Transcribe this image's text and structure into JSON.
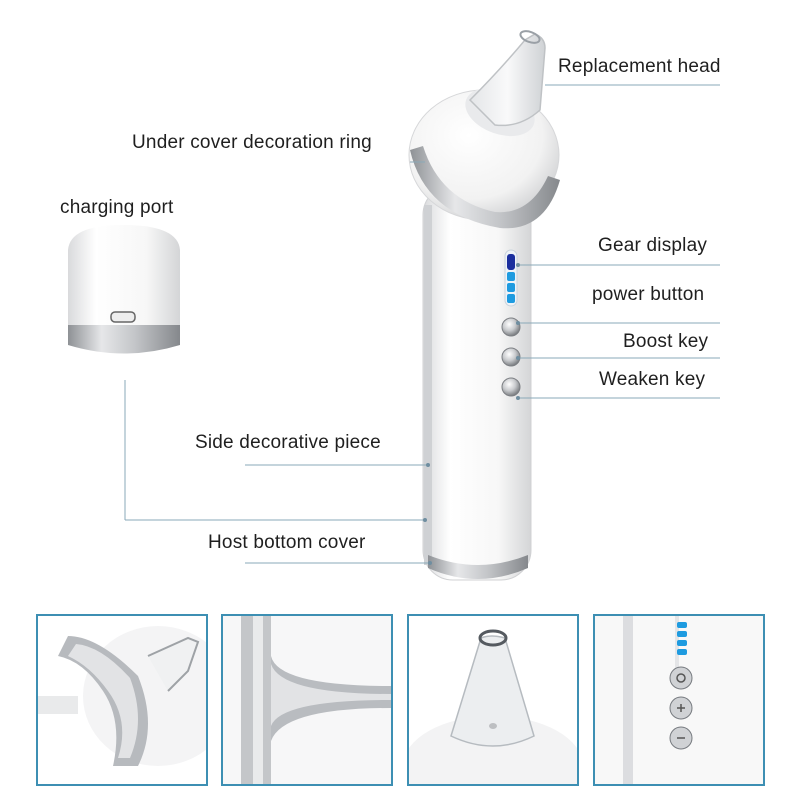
{
  "labels": {
    "replacement_head": "Replacement head",
    "under_cover_ring": "Under cover decoration ring",
    "charging_port": "charging port",
    "gear_display": "Gear display",
    "power_button": "power button",
    "boost_key": "Boost key",
    "weaken_key": "Weaken key",
    "side_piece": "Side decorative piece",
    "bottom_cover": "Host bottom cover"
  },
  "colors": {
    "leader_line": "#8aa9b8",
    "panel_border": "#3d8fb3",
    "led_blue": "#1e9be0",
    "led_dark": "#1b2f9e",
    "chrome": "#b9bcc0"
  },
  "icons": [
    "boost-key-icon",
    "power-key-icon",
    "weaken-key-icon",
    "usb-port-icon"
  ]
}
